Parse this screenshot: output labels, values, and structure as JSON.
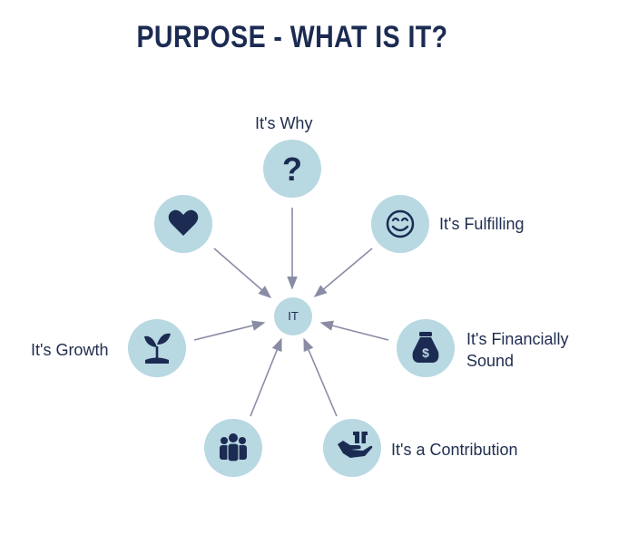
{
  "title": "PURPOSE - WHAT IS IT?",
  "center": {
    "label": "IT"
  },
  "colors": {
    "title": "#1b2b52",
    "node_fill": "#b8d8e2",
    "icon": "#1b2b52",
    "arrow": "#8a8ca6",
    "text": "#1f2d4f"
  },
  "nodes": [
    {
      "id": "why",
      "label": "It's Why",
      "icon": "question-mark-icon"
    },
    {
      "id": "fulfilling",
      "label": "It's Fulfilling",
      "icon": "smiley-face-icon"
    },
    {
      "id": "financial",
      "label": "It's Financially\nSound",
      "icon": "money-bag-icon"
    },
    {
      "id": "contribution",
      "label": "It's a Contribution",
      "icon": "giving-hand-icon"
    },
    {
      "id": "people",
      "label": "",
      "icon": "people-group-icon"
    },
    {
      "id": "growth",
      "label": "It's Growth",
      "icon": "sprout-icon"
    },
    {
      "id": "love",
      "label": "",
      "icon": "heart-icon"
    }
  ]
}
